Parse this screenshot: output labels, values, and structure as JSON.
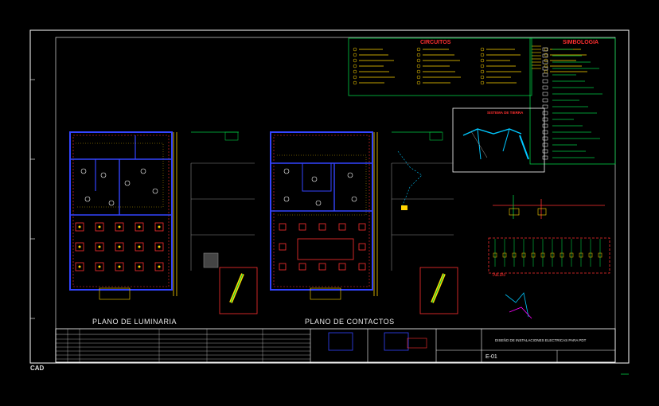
{
  "drawing": {
    "left_plan_title": "PLANO DE LUMINARIA",
    "right_plan_title": "PLANO DE CONTACTOS",
    "circuits_title": "CIRCUITOS",
    "symbology_title": "SIMBOLOGIA",
    "cad_tag": "CAD",
    "sheet_code": "E-01",
    "project_text": "DISEÑO DE INSTALACIONES ELECTRICAS PARA PDT",
    "detail_title": "SISTEMA DE TIERRA"
  },
  "colors": {
    "background": "#000000",
    "border": "#ffffff",
    "walls": "#3344ff",
    "circuits": "#ffd400",
    "symbology": "#00cc44",
    "titles_red": "#ff3030",
    "magenta": "#ff00ff",
    "cyan": "#00c8ff"
  }
}
